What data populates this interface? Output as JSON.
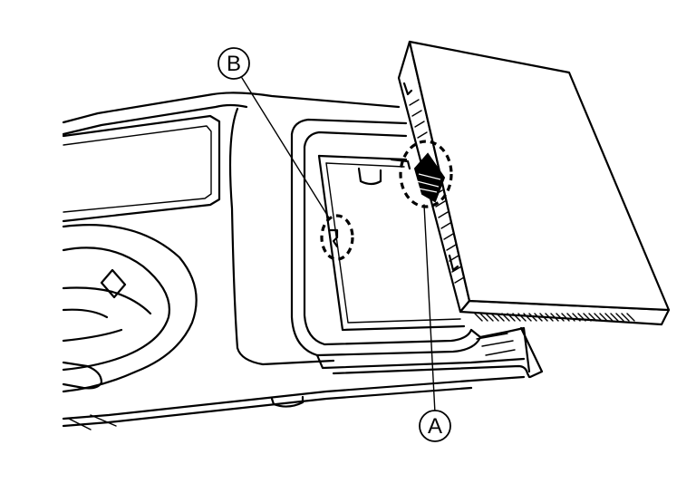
{
  "diagram": {
    "callouts": [
      {
        "id": "A",
        "label": "A"
      },
      {
        "id": "B",
        "label": "B"
      }
    ]
  },
  "colors": {
    "line": "#000000",
    "background": "#ffffff"
  }
}
